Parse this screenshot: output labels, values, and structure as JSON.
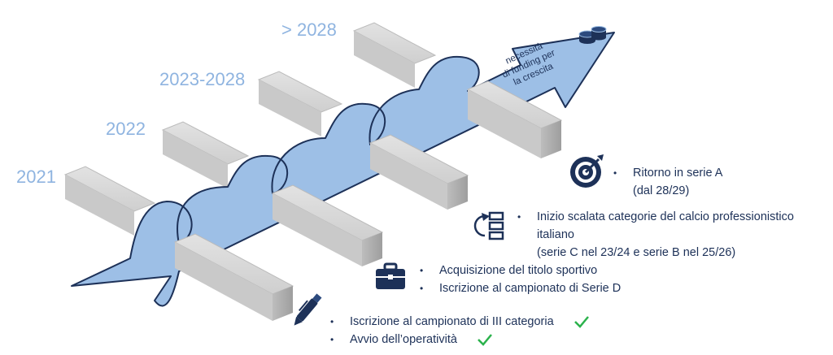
{
  "years": [
    "2021",
    "2022",
    "2023-2028",
    "> 2028"
  ],
  "arrow_label": [
    "necessità",
    "di funding per",
    "la crescita"
  ],
  "colors": {
    "ribbon": "#9dbfe6",
    "outline": "#1d3158",
    "barrier": "#d6d6d6",
    "year": "#8fb4e0",
    "text": "#1d3158",
    "check": "#2bb24c"
  },
  "stages": [
    {
      "icon": "target-icon",
      "items": [
        "Ritorno in serie A",
        "(dal 28/29)"
      ]
    },
    {
      "icon": "steps-icon",
      "items": [
        "Inizio scalata categorie del calcio professionistico",
        "italiano",
        "(serie C nel 23/24 e serie B nel 25/26)"
      ]
    },
    {
      "icon": "briefcase-icon",
      "items": [
        "Acquisizione del titolo sportivo",
        "Iscrizione al campionato di Serie D"
      ]
    },
    {
      "icon": "pen-icon",
      "items": [
        "Iscrizione al campionato di III categoria",
        "Avvio dell’operatività"
      ],
      "checks": [
        true,
        true
      ]
    }
  ]
}
